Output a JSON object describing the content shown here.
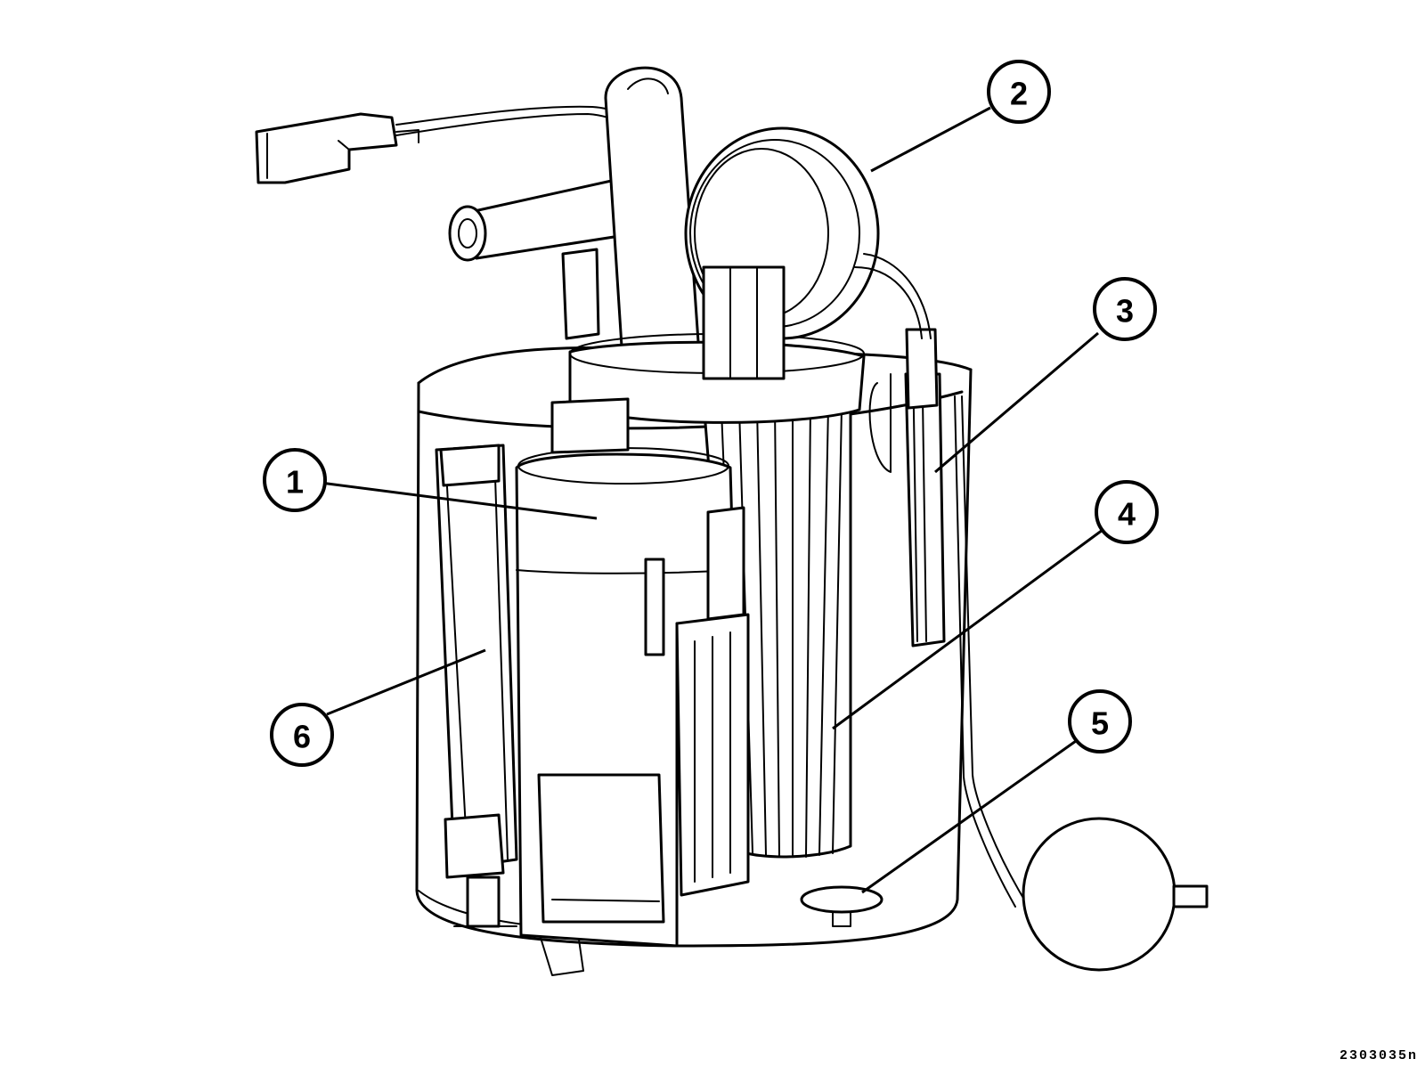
{
  "figure_id": "2303035n",
  "callouts": [
    {
      "label": "1"
    },
    {
      "label": "2"
    },
    {
      "label": "3"
    },
    {
      "label": "4"
    },
    {
      "label": "5"
    },
    {
      "label": "6"
    }
  ]
}
